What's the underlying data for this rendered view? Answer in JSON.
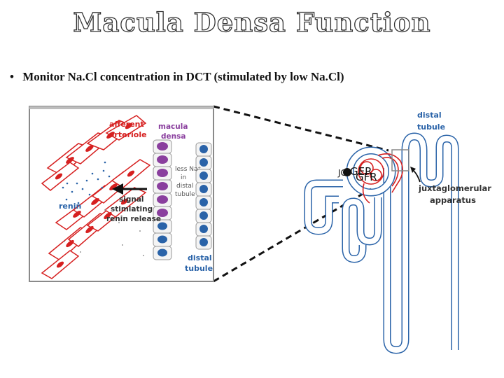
{
  "title": "Macula Densa Function",
  "bullet": {
    "symbol": "•",
    "text": "Monitor Na.Cl concentration in DCT (stimulated by low Na.Cl)"
  },
  "panel": {
    "afferent_l1": "afferent",
    "afferent_l2": "arteriole",
    "macula_l1": "macula",
    "macula_l2": "densa",
    "less_na_l1": "less Na⁺",
    "less_na_l2": "in",
    "less_na_l3": "distal",
    "less_na_l4": "tubule",
    "renin": "renin",
    "signal_l1": "signal",
    "signal_l2": "stimlating",
    "signal_l3": "renin release",
    "distal_l1": "distal",
    "distal_l2": "tubule"
  },
  "nephron": {
    "distal_l1": "distal",
    "distal_l2": "tubule",
    "jga_l1": "juxtaglomerular",
    "jga_l2": "apparatus",
    "overlay_a": "JG",
    "overlay_b": "GER",
    "overlay_c": "GFR"
  },
  "colors": {
    "red": "#d62020",
    "blue": "#2a63a8",
    "purple": "#8a3f9e"
  }
}
